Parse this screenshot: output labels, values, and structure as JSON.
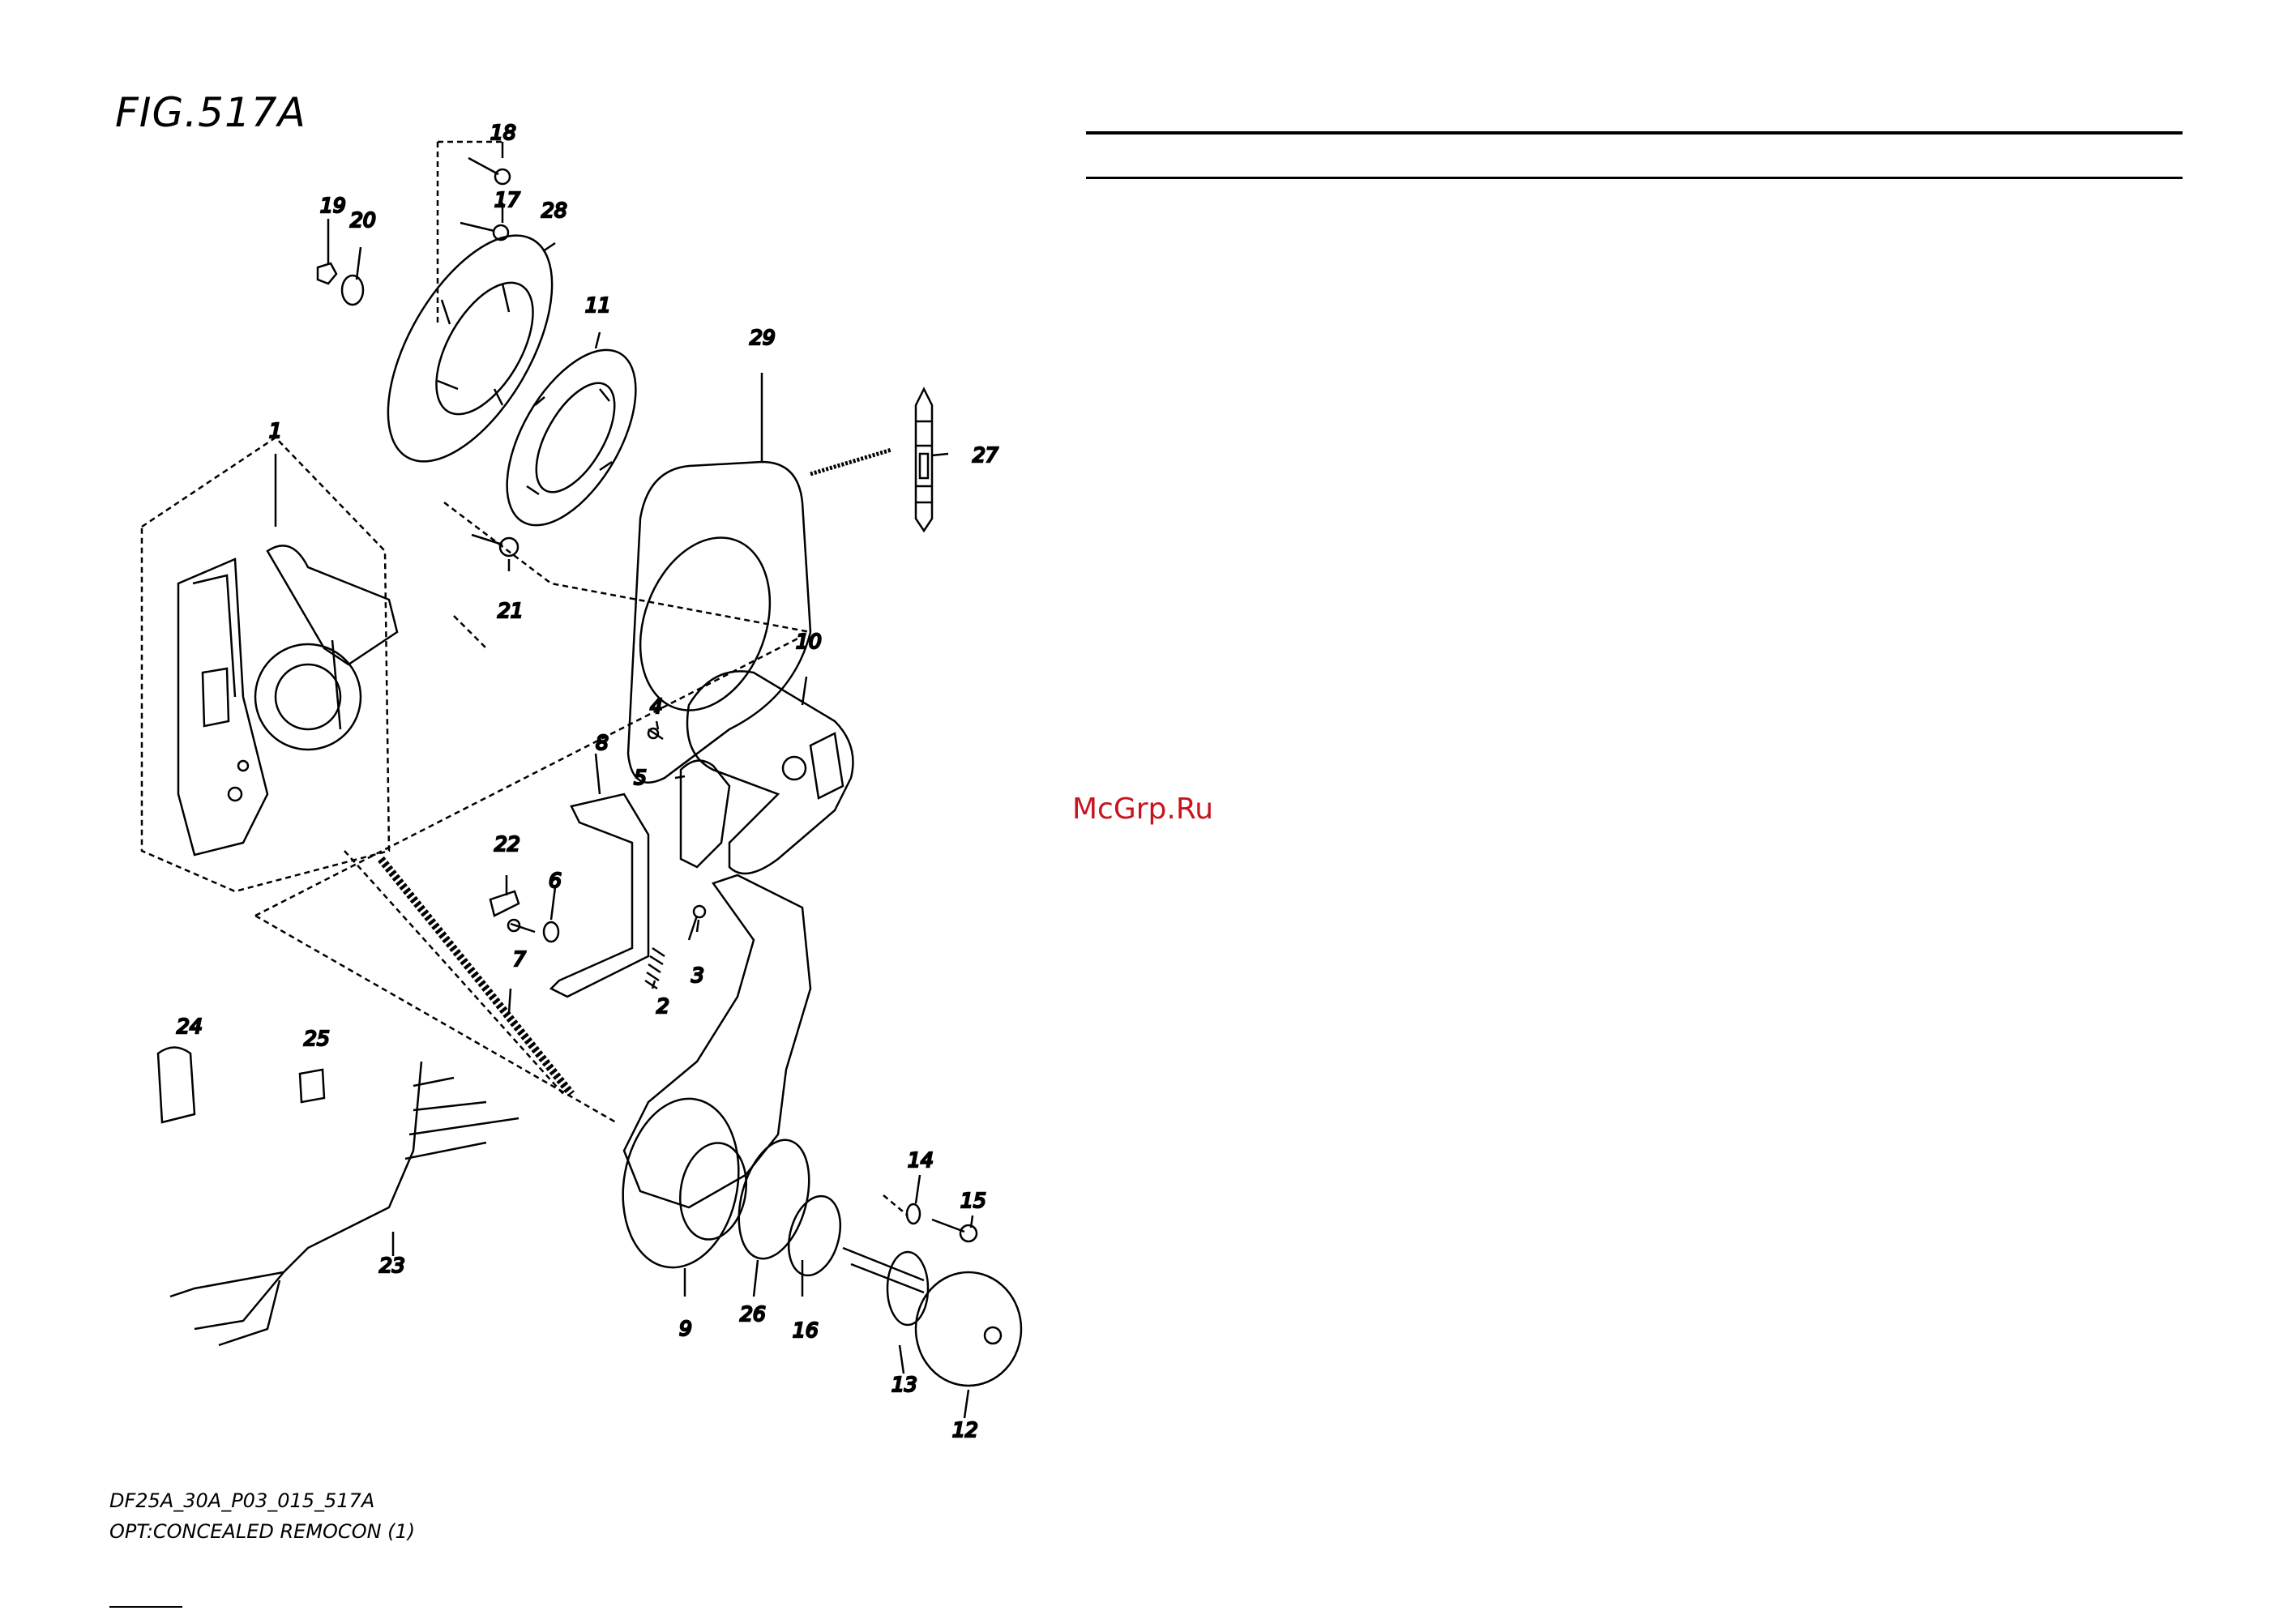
{
  "figure": {
    "title": "FIG.517A",
    "code": "DF25A_30A_P03_015_517A",
    "caption": "OPT:CONCEALED REMOCON (1)"
  },
  "watermark": "McGrp.Ru",
  "callouts": [
    "1",
    "2",
    "3",
    "4",
    "5",
    "6",
    "7",
    "8",
    "9",
    "10",
    "11",
    "12",
    "13",
    "14",
    "15",
    "16",
    "17",
    "18",
    "19",
    "20",
    "21",
    "22",
    "23",
    "24",
    "25",
    "26",
    "27",
    "28",
    "29"
  ],
  "colors": {
    "ink": "#000000",
    "watermark": "#c8141e",
    "background": "#ffffff"
  }
}
